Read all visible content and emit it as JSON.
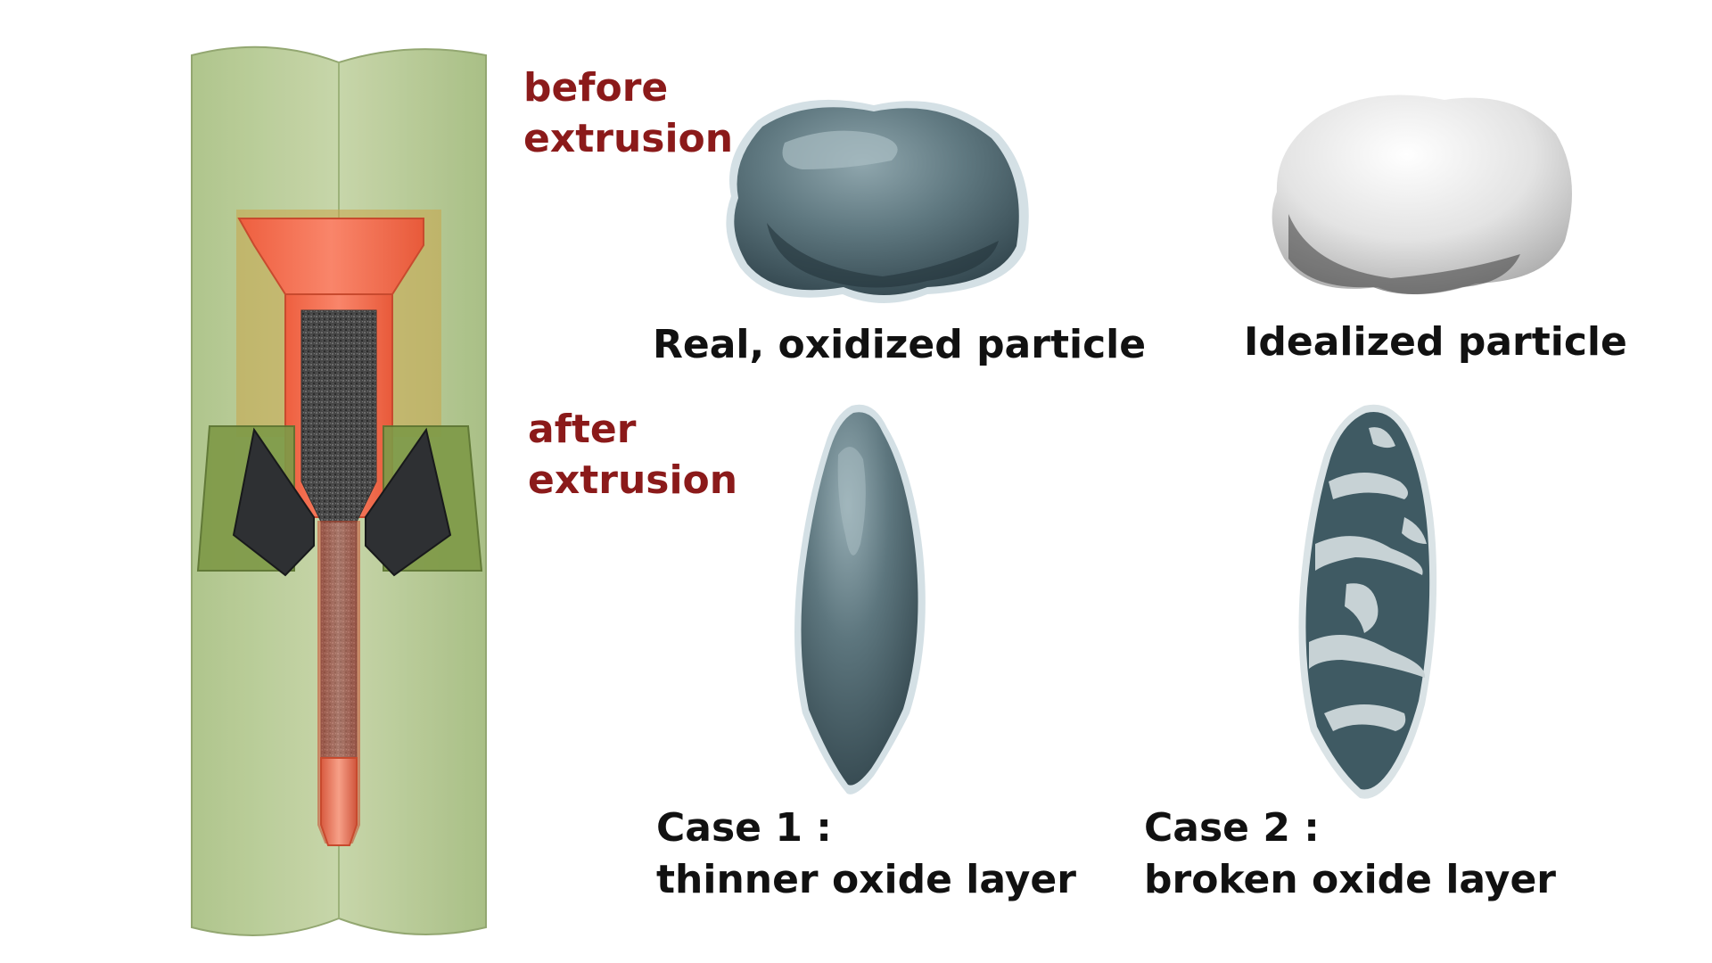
{
  "labels": {
    "before": "before\nextrusion",
    "after": "after\nextrusion",
    "real_particle": "Real, oxidized particle",
    "ideal_particle": "Idealized particle",
    "case1": "Case 1 :\nthinner oxide layer",
    "case2": "Case 2 :\nbroken oxide layer"
  },
  "colors": {
    "label_accent": "#8b1a1a",
    "caption_text": "#111111",
    "container": "#9fb87a",
    "billet": "#f06a4a",
    "powder": "#4a4a4a",
    "die": "#2e3033",
    "oxide": "#3f5a63",
    "idealized": "#e6e6e6"
  }
}
